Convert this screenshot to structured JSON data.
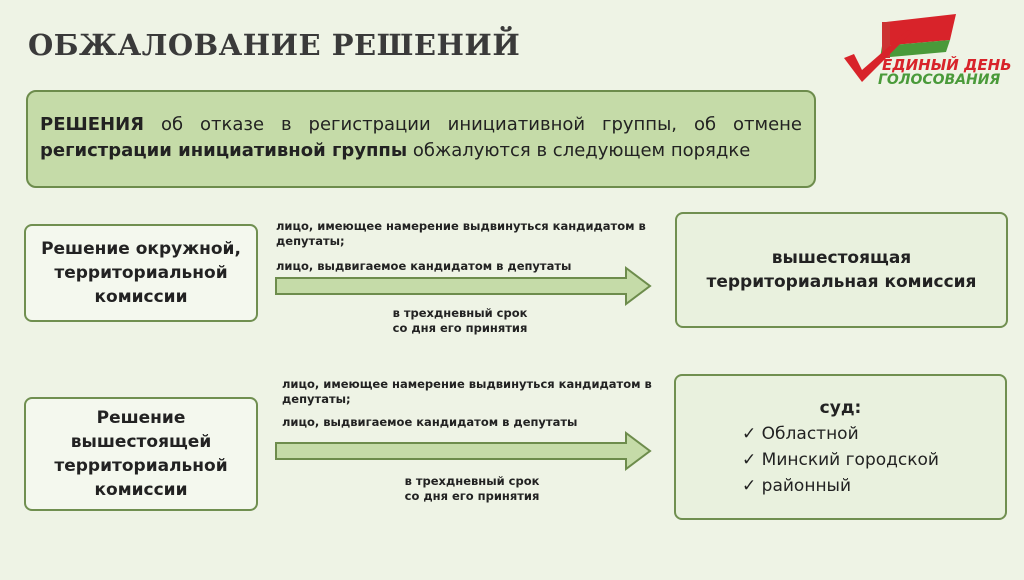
{
  "title": "ОБЖАЛОВАНИЕ РЕШЕНИЙ",
  "logo": {
    "line1": "ЕДИНЫЙ ДЕНЬ",
    "line2": "ГОЛОСОВАНИЯ"
  },
  "header": {
    "bold1": "РЕШЕНИЯ",
    "text1": " об отказе в регистрации инициативной группы, об отмене ",
    "bold2": "регистрации инициативной группы",
    "text2": " обжалуются в следующем порядке"
  },
  "rows": [
    {
      "source": "Решение окружной, территориальной комиссии",
      "applicant1": "лицо, имеющее намерение выдвинуться кандидатом в депутаты;",
      "applicant2": "лицо, выдвигаемое кандидатом в депутаты",
      "term1": "в трехдневный срок",
      "term2": "со дня его принятия",
      "target": "вышестоящая территориальная комиссия"
    },
    {
      "source": "Решение вышестоящей территориальной комиссии",
      "applicant1": "лицо, имеющее намерение выдвинуться кандидатом в депутаты;",
      "applicant2": "лицо, выдвигаемое кандидатом в депутаты",
      "term1": "в трехдневный срок",
      "term2": "со дня его принятия",
      "target_title": "суд:",
      "courts": [
        "Областной",
        "Минский городской",
        "районный"
      ]
    }
  ],
  "colors": {
    "accent": "#6d8c4c",
    "header_fill": "#c5dba8",
    "logo_red": "#d8232a",
    "logo_green": "#4a9a3a"
  }
}
